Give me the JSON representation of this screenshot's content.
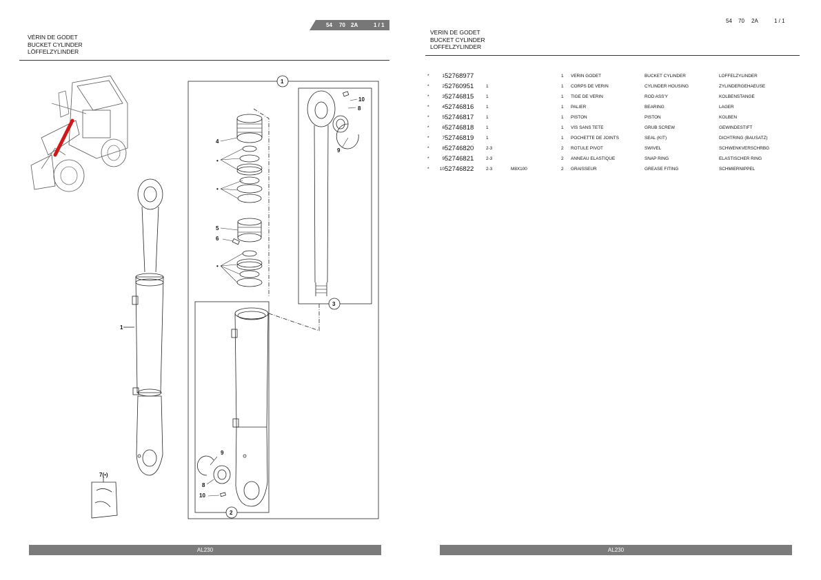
{
  "left_page": {
    "titles": [
      "VÉRIN DE GODET",
      "BUCKET CYLINDER",
      "LÖFFELZYLINDER"
    ],
    "tab": {
      "group": "54",
      "sub": "70",
      "code": "2A",
      "page": "1 / 1"
    },
    "footer": "AL230",
    "callouts": {
      "c1": "1",
      "c2": "2",
      "c3": "3",
      "c4": "4",
      "c5": "5",
      "c6": "6",
      "c7": "7(•)",
      "c8a": "8",
      "c8b": "8",
      "c9a": "9",
      "c9b": "9",
      "c10a": "10",
      "c10b": "10",
      "cyl1": "1"
    }
  },
  "right_page": {
    "titles": [
      "VERIN DE GODET",
      "BUCKET CYLINDER",
      "LOFFELZYLINDER"
    ],
    "header": {
      "group": "54",
      "sub": "70",
      "code": "2A",
      "page": "1 / 1"
    },
    "footer": "AL230",
    "parts": [
      {
        "star": "*",
        "pos": "1",
        "number": "52768977",
        "qty_alt": "",
        "note": "",
        "qty": "1",
        "fr": "VERIN GODET",
        "en": "BUCKET CYLINDER",
        "de": "LOFFELZYLINDER"
      },
      {
        "star": "*",
        "pos": "2",
        "number": "52760951",
        "qty_alt": "1",
        "note": "",
        "qty": "1",
        "fr": "CORPS DE VERIN",
        "en": "CYLINDER HOUSING",
        "de": "ZYLINDERGEHAEUSE"
      },
      {
        "star": "*",
        "pos": "3",
        "number": "52746815",
        "qty_alt": "1",
        "note": "",
        "qty": "1",
        "fr": "TIGE DE VERIN",
        "en": "ROD ASS'Y",
        "de": "KOLBENSTANGE"
      },
      {
        "star": "*",
        "pos": "4",
        "number": "52746816",
        "qty_alt": "1",
        "note": "",
        "qty": "1",
        "fr": "PALIER",
        "en": "BEARING",
        "de": "LAGER"
      },
      {
        "star": "*",
        "pos": "5",
        "number": "52746817",
        "qty_alt": "1",
        "note": "",
        "qty": "1",
        "fr": "PISTON",
        "en": "PISTON",
        "de": "KOLBEN"
      },
      {
        "star": "*",
        "pos": "6",
        "number": "52746818",
        "qty_alt": "1",
        "note": "",
        "qty": "1",
        "fr": "VIS SANS TETE",
        "en": "GRUB SCREW",
        "de": "GEWINDESTIFT"
      },
      {
        "star": "*",
        "pos": "7",
        "number": "52746819",
        "qty_alt": "1",
        "note": "",
        "qty": "1",
        "fr": "POCHETTE DE JOINTS",
        "en": "SEAL (KIT)",
        "de": "DICHTRING (BAUSATZ)"
      },
      {
        "star": "*",
        "pos": "8",
        "number": "52746820",
        "qty_alt": "2-3",
        "note": "",
        "qty": "2",
        "fr": "ROTULE PIVOT",
        "en": "SWIVEL",
        "de": "SCHWENKVERSCHRBG"
      },
      {
        "star": "*",
        "pos": "9",
        "number": "52746821",
        "qty_alt": "2-3",
        "note": "",
        "qty": "2",
        "fr": "ANNEAU ELASTIQUE",
        "en": "SNAP RING",
        "de": "ELASTISCHER RING"
      },
      {
        "star": "*",
        "pos": "10",
        "number": "52746822",
        "qty_alt": "2-3",
        "note": "M8X100",
        "qty": "2",
        "fr": "GRAISSEUR",
        "en": "GREASE FITING",
        "de": "SCHMIERNIPPEL"
      }
    ]
  }
}
